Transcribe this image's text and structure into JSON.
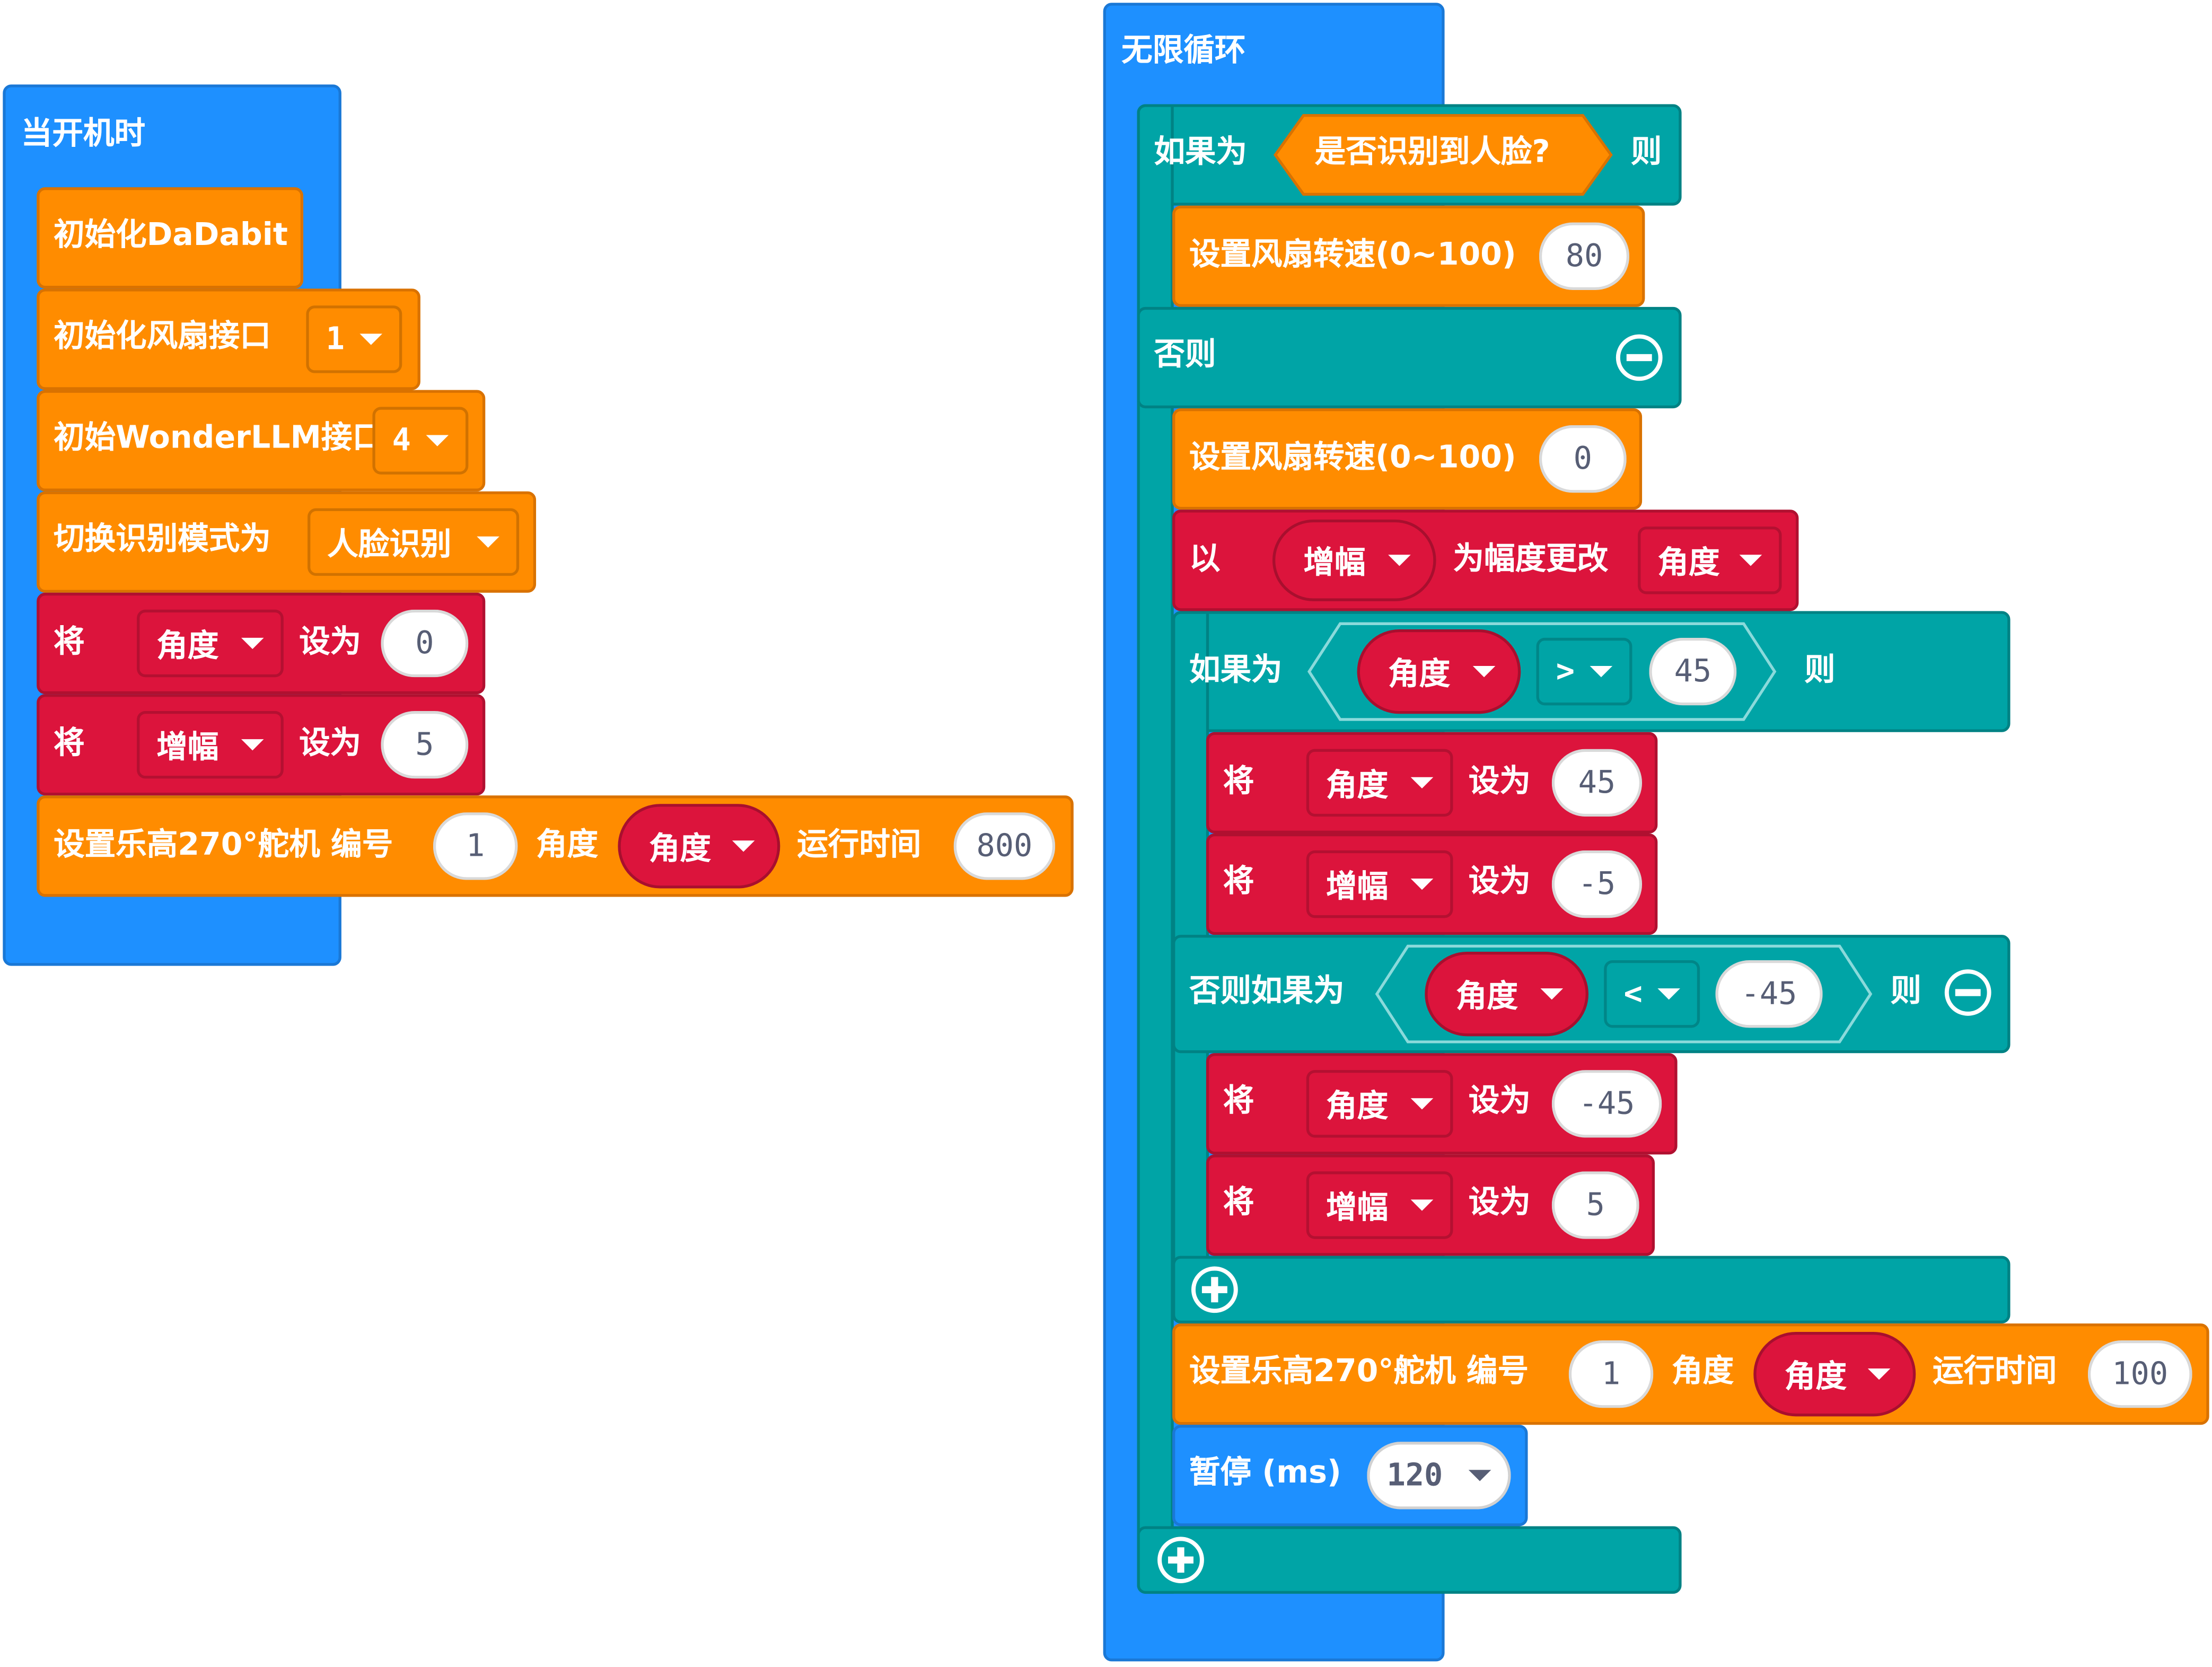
{
  "start_event": {
    "label": "当开机时"
  },
  "setup_blocks": {
    "init_dadabit": "初始化DaDabit",
    "init_fan": "初始化风扇接口",
    "init_fan_port": "1",
    "init_wonderllm": "初始WonderLLM接口",
    "init_wonderllm_port": "4",
    "switch_mode": "切换识别模式为",
    "switch_mode_value": "人脸识别",
    "set1_prefix": "将",
    "set1_var": "角度",
    "set1_mid": "设为",
    "set1_value": "0",
    "set2_prefix": "将",
    "set2_var": "增幅",
    "set2_mid": "设为",
    "set2_value": "5",
    "servo_label": "设置乐高270°舵机 编号",
    "servo_id": "1",
    "servo_angle_label": "角度",
    "servo_angle_var": "角度",
    "servo_time_label": "运行时间",
    "servo_time": "800"
  },
  "forever": {
    "label": "无限循环",
    "if_label": "如果为",
    "if_condition": "是否识别到人脸?",
    "then_label": "则",
    "fan_set_a": "设置风扇转速(0~100)",
    "fan_value_a": "80",
    "else_label": "否则",
    "fan_set_b": "设置风扇转速(0~100)",
    "fan_value_b": "0",
    "change_prefix": "以",
    "change_by_var": "增幅",
    "change_mid": "为幅度更改",
    "change_target_var": "角度",
    "inner_if_label": "如果为",
    "inner_if_var": "角度",
    "inner_if_op": ">",
    "inner_if_value": "45",
    "inner_then_label": "则",
    "set3_prefix": "将",
    "set3_var": "角度",
    "set3_mid": "设为",
    "set3_value": "45",
    "set4_prefix": "将",
    "set4_var": "增幅",
    "set4_mid": "设为",
    "set4_value": "-5",
    "elseif_label": "否则如果为",
    "elseif_var": "角度",
    "elseif_op": "<",
    "elseif_value": "-45",
    "elseif_then_label": "则",
    "set5_prefix": "将",
    "set5_var": "角度",
    "set5_mid": "设为",
    "set5_value": "-45",
    "set6_prefix": "将",
    "set6_var": "增幅",
    "set6_mid": "设为",
    "set6_value": "5",
    "servo_label": "设置乐高270°舵机 编号",
    "servo_id": "1",
    "servo_angle_label": "角度",
    "servo_angle_var": "角度",
    "servo_time_label": "运行时间",
    "servo_time": "100",
    "pause_label": "暂停 (ms)",
    "pause_value": "120"
  },
  "colors": {
    "event_blue": "#1e90ff",
    "action_orange": "#ff8c00",
    "variable_red": "#dc143c",
    "logic_teal": "#00a4a6"
  },
  "icons": [
    "minus-circle-icon",
    "plus-circle-icon",
    "dropdown-caret-icon"
  ]
}
